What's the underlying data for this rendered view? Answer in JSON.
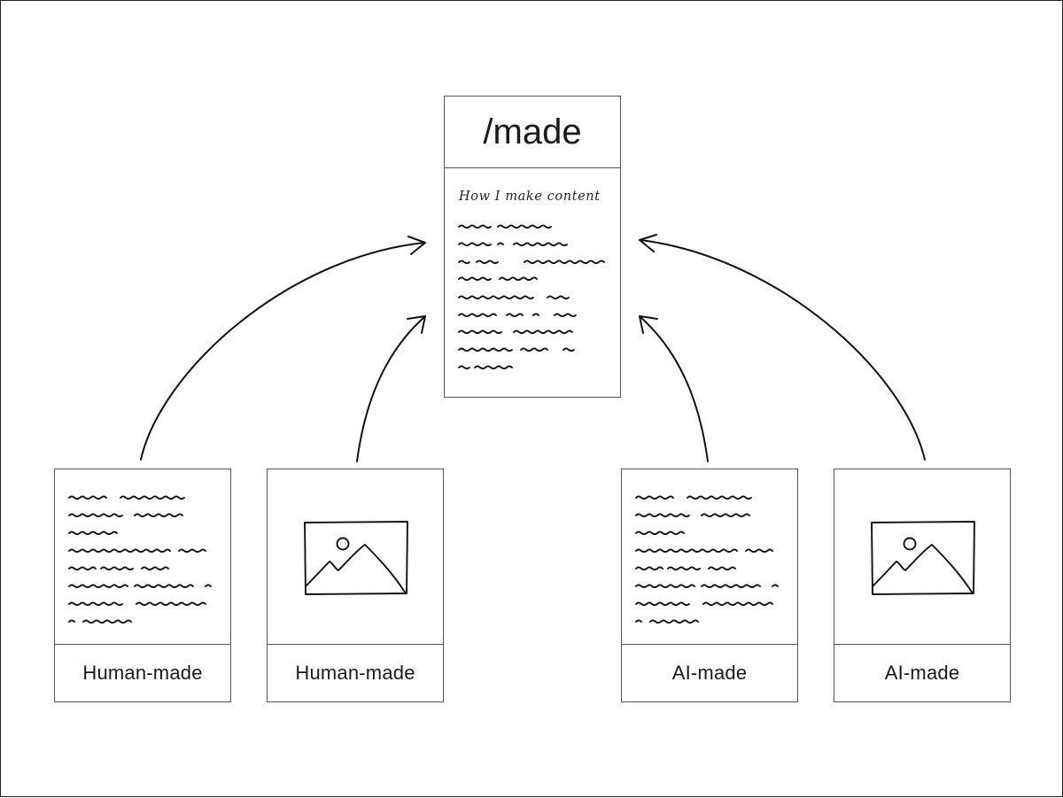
{
  "main": {
    "title": "/made",
    "subtitle": "How I make content"
  },
  "cards": [
    {
      "kind": "text",
      "label": "Human-made"
    },
    {
      "kind": "image",
      "label": "Human-made"
    },
    {
      "kind": "text",
      "label": "AI-made"
    },
    {
      "kind": "image",
      "label": "AI-made"
    }
  ],
  "colors": {
    "ink": "#111111",
    "border": "#555555",
    "background": "#ffffff"
  }
}
